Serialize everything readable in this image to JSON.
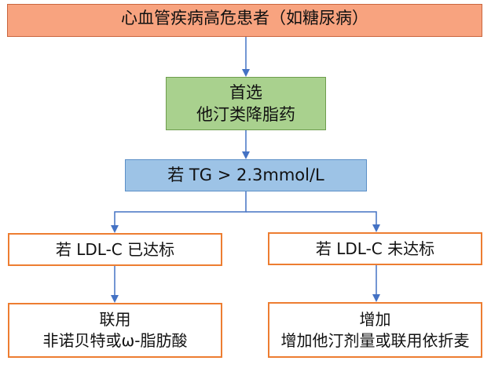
{
  "nodes": {
    "top": {
      "line1": "心血管疾病高危患者（如糖尿病）",
      "line2": ""
    },
    "first": {
      "line1": "首选",
      "line2": "他汀类降脂药"
    },
    "tg": {
      "label": "若 TG > 2.3mmol/L"
    },
    "ldl_ok": {
      "label": "若 LDL-C 已达标"
    },
    "ldl_not_ok": {
      "label": "若 LDL-C 未达标"
    },
    "combo": {
      "line1": "联用",
      "line2": "非诺贝特或ω-脂肪酸"
    },
    "increase": {
      "line1": "增加",
      "line2": "增加他汀剂量或联用依折麦"
    }
  },
  "colors": {
    "top_fill": "#f8a37f",
    "first_fill": "#a9d18e",
    "tg_fill": "#9dc3e6",
    "outcome_border": "#ed7d31",
    "arrow": "#4472c4"
  }
}
